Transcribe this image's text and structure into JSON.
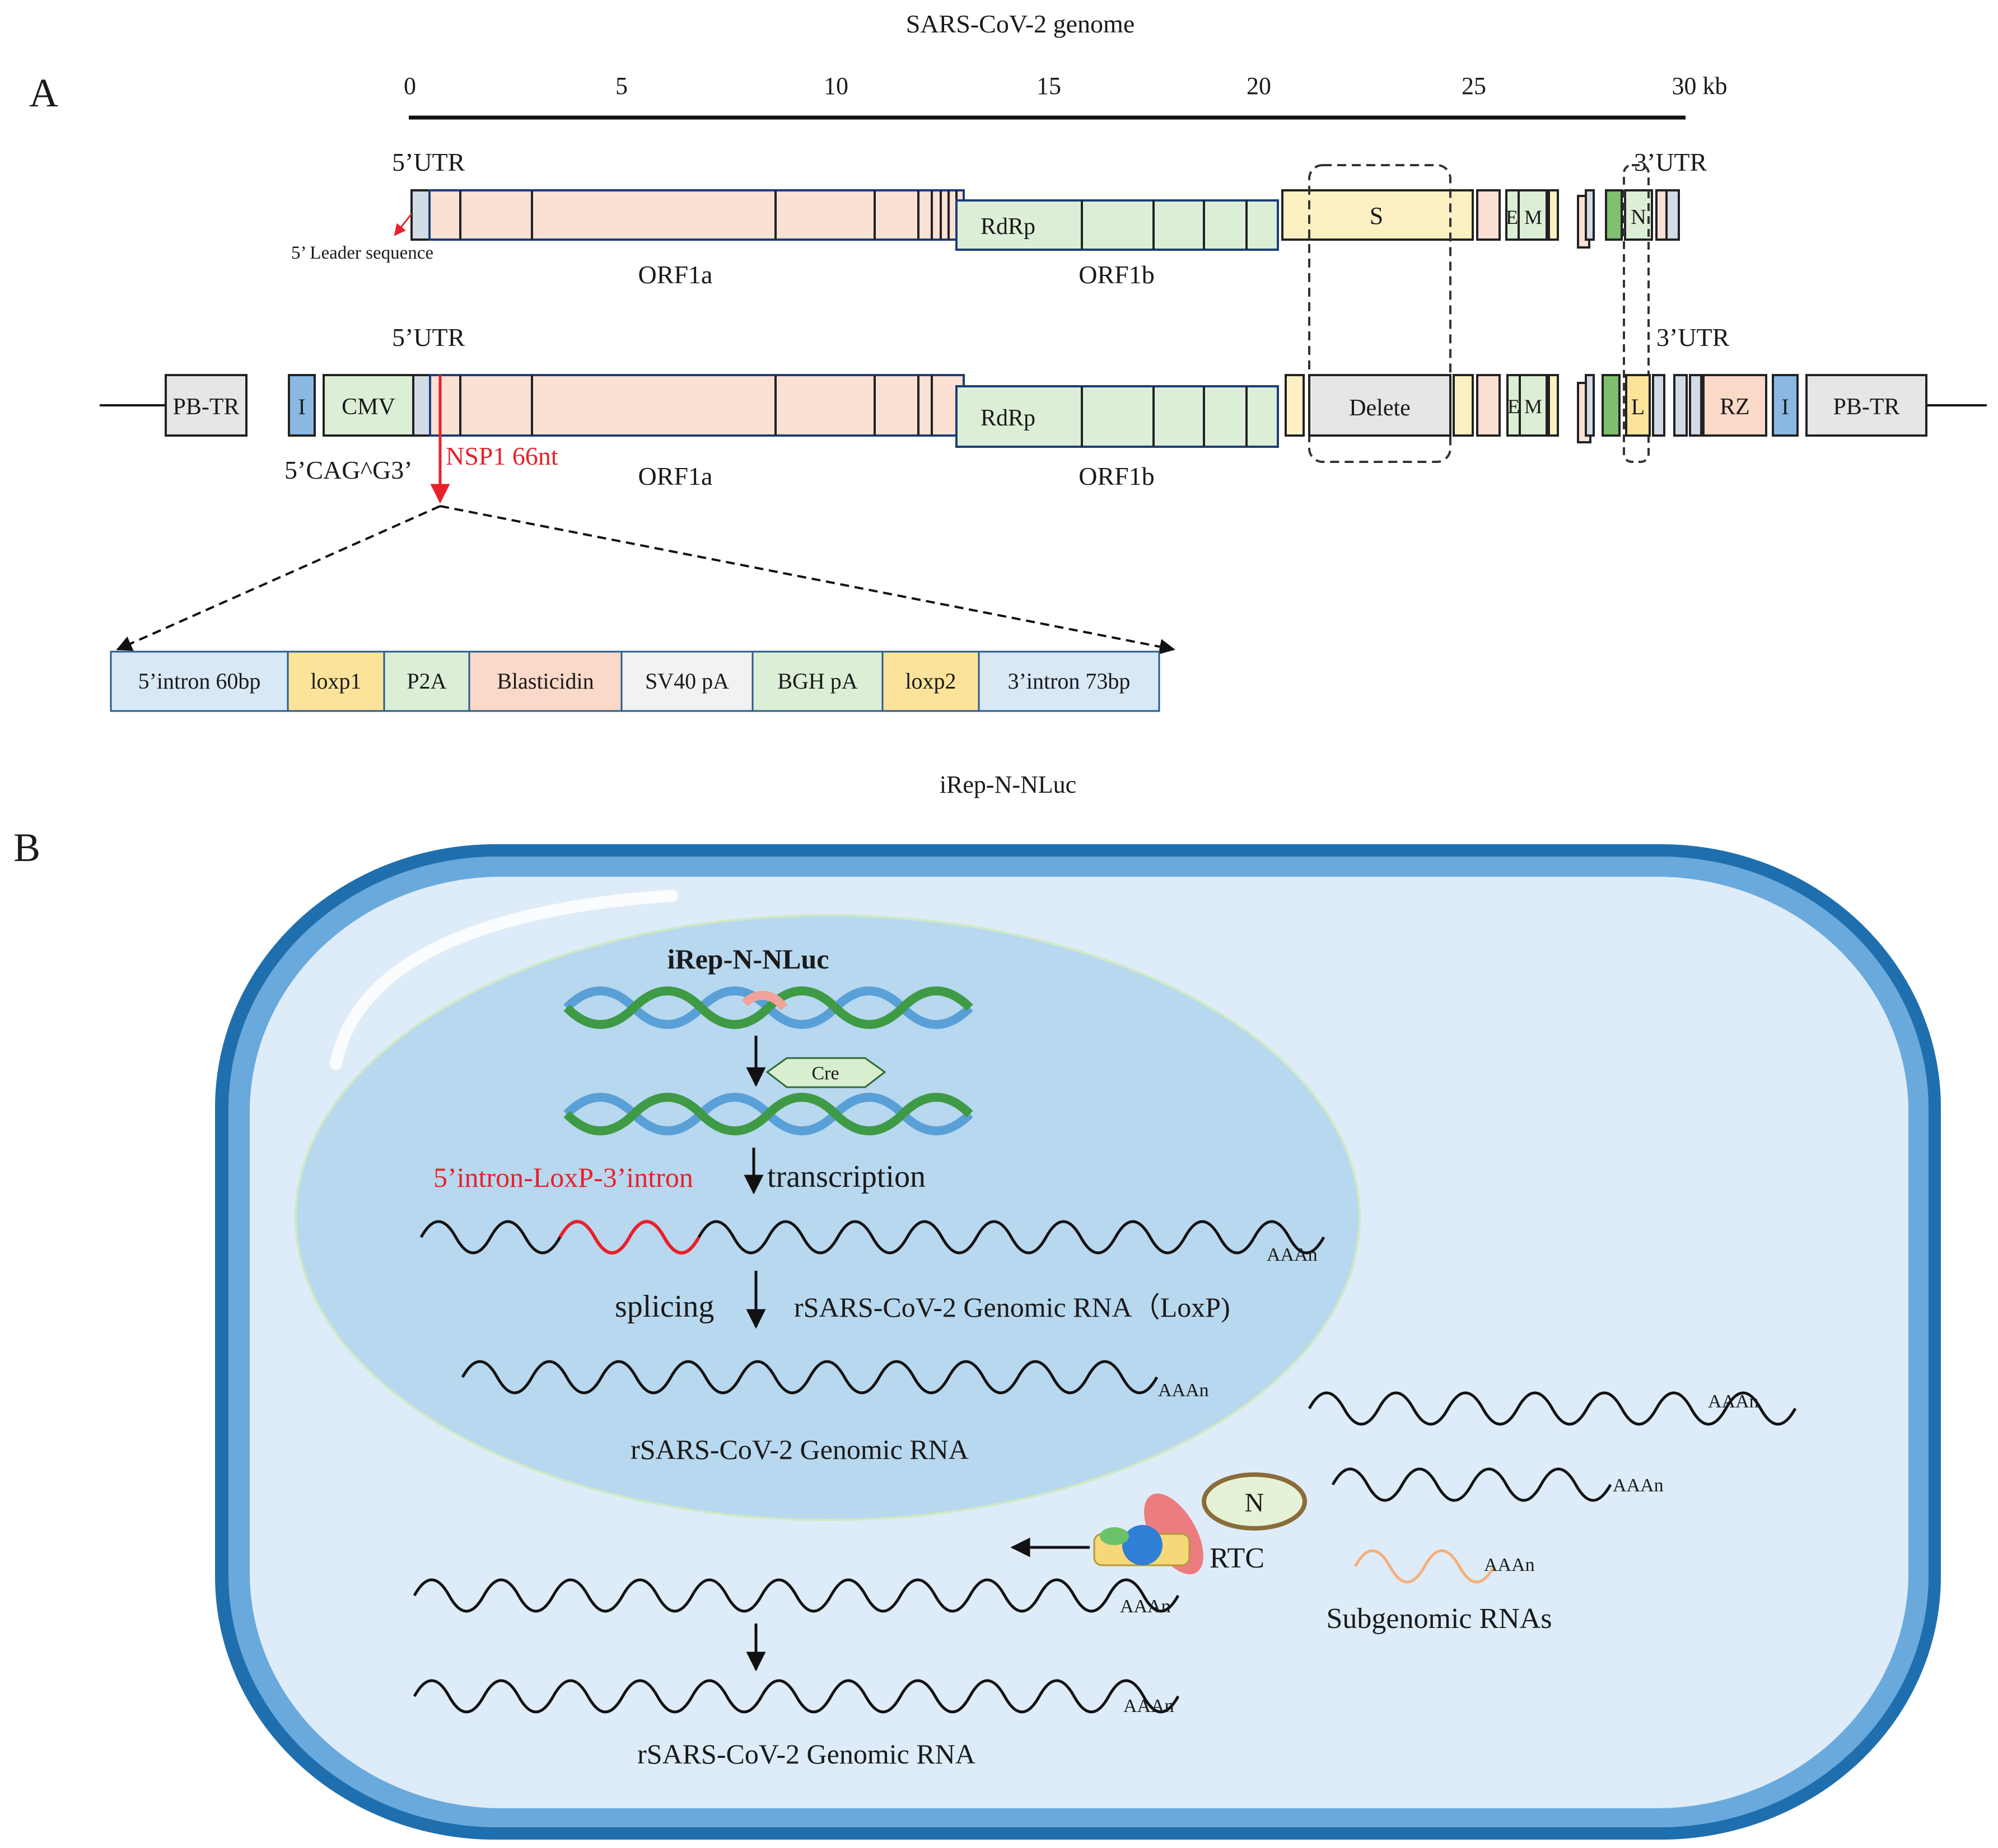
{
  "panel_a": {
    "label": "A",
    "title": "SARS-CoV-2 genome",
    "scale": {
      "ticks": [
        "0",
        "5",
        "10",
        "15",
        "20",
        "25",
        "30 kb"
      ]
    },
    "genome_row": {
      "utr5": "5’UTR",
      "utr3": "3’UTR",
      "leader": "5’ Leader sequence",
      "orf1a": "ORF1a",
      "orf1b": "ORF1b",
      "rdrp": "RdRp",
      "s": "S",
      "e": "E",
      "m": "M",
      "n": "N"
    },
    "construct_row": {
      "utr5": "5’UTR",
      "utr3": "3’UTR",
      "pbtr_left": "PB-TR",
      "i_left": "I",
      "cmv": "CMV",
      "rdrp": "RdRp",
      "delete": "Delete",
      "e": "E",
      "m": "M",
      "l": "L",
      "rz": "RZ",
      "i_right": "I",
      "pbtr_right": "PB-TR",
      "cag": "5’CAG^G3’",
      "nsp1": "NSP1 66nt",
      "orf1a": "ORF1a",
      "orf1b": "ORF1b"
    },
    "cassette": [
      {
        "label": "5’intron 60bp",
        "color": "#d9e8f5"
      },
      {
        "label": "loxp1",
        "color": "#fbe49a"
      },
      {
        "label": "P2A",
        "color": "#dcefd6"
      },
      {
        "label": "Blasticidin",
        "color": "#fad9c8"
      },
      {
        "label": "SV40 pA",
        "color": "#f2f2f2"
      },
      {
        "label": "BGH pA",
        "color": "#dcefd6"
      },
      {
        "label": "loxp2",
        "color": "#fbe49a"
      },
      {
        "label": "3’intron 73bp",
        "color": "#d9e8f5"
      }
    ]
  },
  "panel_b": {
    "label": "B",
    "title": "iRep-N-NLuc",
    "nucleus_title": "iRep-N-NLuc",
    "cre": "Cre",
    "intron_label": "5’intron-LoxP-3’intron",
    "transcription": "transcription",
    "splicing": "splicing",
    "rna_loxp": "rSARS-CoV-2 Genomic RNA（LoxP)",
    "rna_nucleus": "rSARS-CoV-2 Genomic RNA",
    "rna_cyto": "rSARS-CoV-2 Genomic RNA",
    "aaan": "AAAn",
    "n_protein": "N",
    "rtc": "RTC",
    "subgenomic": "Subgenomic RNAs"
  },
  "colors": {
    "orf1a": "#fbe0d4",
    "orf1b": "#dcefd6",
    "spike": "#fdf1c4",
    "utr": "#d3dbe6",
    "grey": "#e6e6e6",
    "blue_i": "#8ab8e2",
    "green_dark": "#7fbf6e",
    "cell_outer": "#1f6fae",
    "cell_mid": "#6aa9dc",
    "cytoplasm": "#ddecf8",
    "nucleus": "#b8d8ef",
    "accent_red": "#e8202a",
    "sub_rna": "#f4b07a"
  }
}
